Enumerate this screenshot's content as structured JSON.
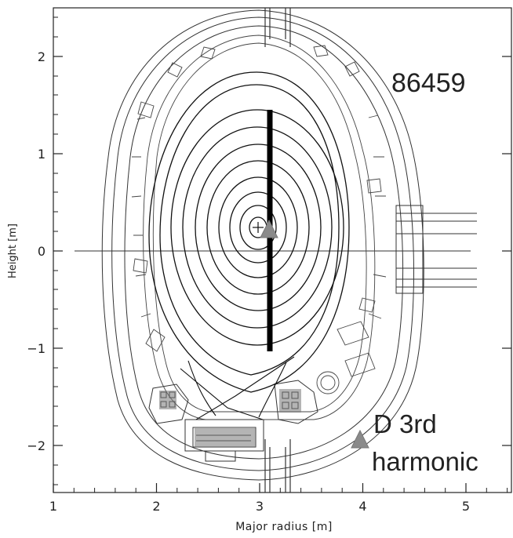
{
  "shot_number": "86459",
  "legend": {
    "line1": "D 3rd",
    "line2": "harmonic",
    "marker_color": "#8a8a8a"
  },
  "axes": {
    "xlabel": "Major radius [m]",
    "ylabel": "Height [m]",
    "xticks": [
      "1",
      "2",
      "3",
      "4",
      "5"
    ],
    "yticks": [
      "2",
      "1",
      "0",
      "−1",
      "−2"
    ]
  },
  "colors": {
    "ink": "#111111",
    "wall": "#333333",
    "marker": "#8a8a8a"
  }
}
